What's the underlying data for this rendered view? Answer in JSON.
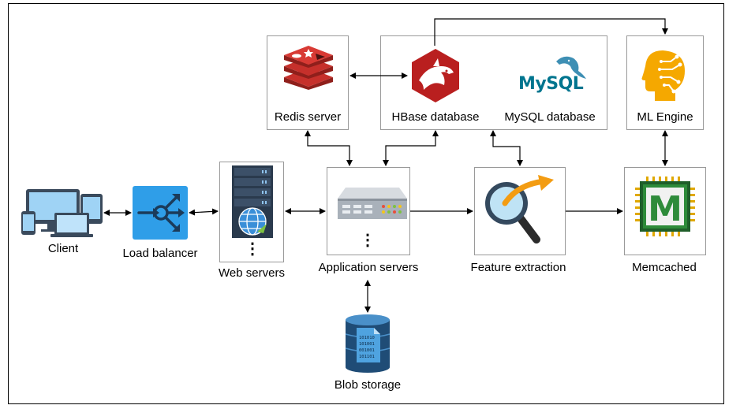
{
  "nodes": {
    "client": "Client",
    "load_balancer": "Load balancer",
    "web_servers": "Web servers",
    "application_servers": "Application servers",
    "blob_storage": "Blob storage",
    "feature_extraction": "Feature extraction",
    "memcached": "Memcached",
    "redis_server": "Redis server",
    "hbase_database": "HBase database",
    "mysql_database": "MySQL database",
    "ml_engine": "ML Engine"
  },
  "icon_text": {
    "mysql_logo": "MySQL",
    "memcached_letter": "M",
    "vertical_ellipsis": "⋮",
    "blob_bits": [
      "101010",
      "101001",
      "001001",
      "101101"
    ]
  },
  "colors": {
    "load_balancer": "#2f9ee8",
    "redis": "#c6302b",
    "hbase": "#b91f1f",
    "ml_engine": "#f5a800",
    "memcached_chip": "#2e8b3a",
    "blob": "#2a5f8f",
    "feature_arrow": "#f39c12"
  }
}
